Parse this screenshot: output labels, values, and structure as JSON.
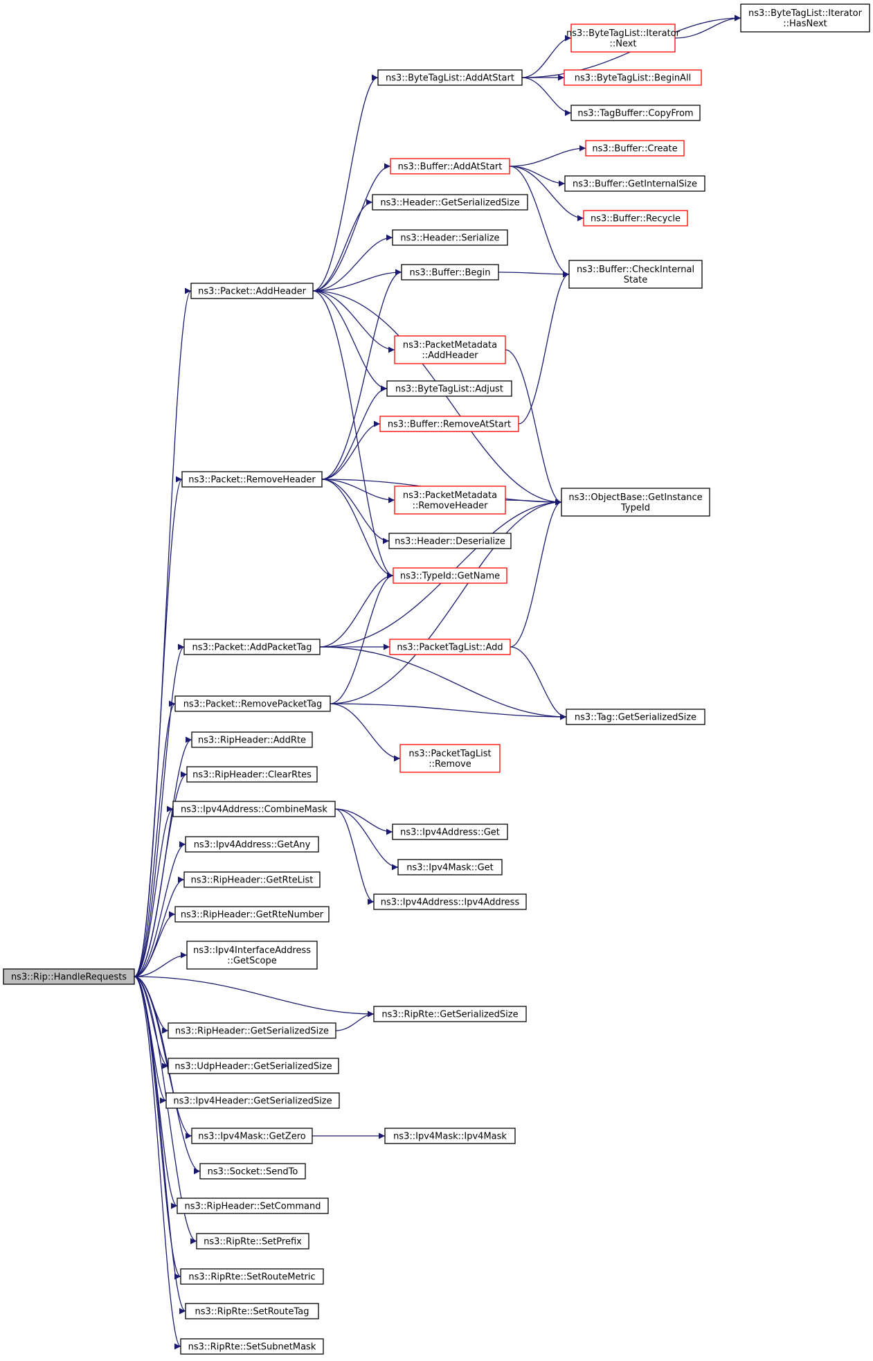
{
  "colors": {
    "edge": "#191970",
    "normal_border": "#000000",
    "truncated_border": "#ff0000",
    "root_fill": "#bfbfbf"
  },
  "nodes": [
    {
      "id": "root",
      "lines": [
        "ns3::Rip::HandleRequests"
      ],
      "style": "root"
    },
    {
      "id": "addHeader",
      "lines": [
        "ns3::Packet::AddHeader"
      ],
      "style": "normal"
    },
    {
      "id": "removeHeader",
      "lines": [
        "ns3::Packet::RemoveHeader"
      ],
      "style": "normal"
    },
    {
      "id": "addPacketTag",
      "lines": [
        "ns3::Packet::AddPacketTag"
      ],
      "style": "normal"
    },
    {
      "id": "removePacketTag",
      "lines": [
        "ns3::Packet::RemovePacketTag"
      ],
      "style": "normal"
    },
    {
      "id": "ripAddRte",
      "lines": [
        "ns3::RipHeader::AddRte"
      ],
      "style": "normal"
    },
    {
      "id": "ripClearRtes",
      "lines": [
        "ns3::RipHeader::ClearRtes"
      ],
      "style": "normal"
    },
    {
      "id": "combineMask",
      "lines": [
        "ns3::Ipv4Address::CombineMask"
      ],
      "style": "normal"
    },
    {
      "id": "getAny",
      "lines": [
        "ns3::Ipv4Address::GetAny"
      ],
      "style": "normal"
    },
    {
      "id": "getRteList",
      "lines": [
        "ns3::RipHeader::GetRteList"
      ],
      "style": "normal"
    },
    {
      "id": "getRteNumber",
      "lines": [
        "ns3::RipHeader::GetRteNumber"
      ],
      "style": "normal"
    },
    {
      "id": "getScope",
      "lines": [
        "ns3::Ipv4InterfaceAddress",
        "::GetScope"
      ],
      "style": "normal"
    },
    {
      "id": "ripHdrSerSize",
      "lines": [
        "ns3::RipHeader::GetSerializedSize"
      ],
      "style": "normal"
    },
    {
      "id": "udpSerSize",
      "lines": [
        "ns3::UdpHeader::GetSerializedSize"
      ],
      "style": "normal"
    },
    {
      "id": "ipv4SerSize",
      "lines": [
        "ns3::Ipv4Header::GetSerializedSize"
      ],
      "style": "normal"
    },
    {
      "id": "maskGetZero",
      "lines": [
        "ns3::Ipv4Mask::GetZero"
      ],
      "style": "normal"
    },
    {
      "id": "sendTo",
      "lines": [
        "ns3::Socket::SendTo"
      ],
      "style": "normal"
    },
    {
      "id": "setCommand",
      "lines": [
        "ns3::RipHeader::SetCommand"
      ],
      "style": "normal"
    },
    {
      "id": "setPrefix",
      "lines": [
        "ns3::RipRte::SetPrefix"
      ],
      "style": "normal"
    },
    {
      "id": "setRouteMetric",
      "lines": [
        "ns3::RipRte::SetRouteMetric"
      ],
      "style": "normal"
    },
    {
      "id": "setRouteTag",
      "lines": [
        "ns3::RipRte::SetRouteTag"
      ],
      "style": "normal"
    },
    {
      "id": "setSubnetMask",
      "lines": [
        "ns3::RipRte::SetSubnetMask"
      ],
      "style": "normal"
    },
    {
      "id": "btlAddAtStart",
      "lines": [
        "ns3::ByteTagList::AddAtStart"
      ],
      "style": "normal"
    },
    {
      "id": "bufAddAtStart",
      "lines": [
        "ns3::Buffer::AddAtStart"
      ],
      "style": "red"
    },
    {
      "id": "hdrGetSerSize",
      "lines": [
        "ns3::Header::GetSerializedSize"
      ],
      "style": "normal"
    },
    {
      "id": "hdrSerialize",
      "lines": [
        "ns3::Header::Serialize"
      ],
      "style": "normal"
    },
    {
      "id": "bufBegin",
      "lines": [
        "ns3::Buffer::Begin"
      ],
      "style": "normal"
    },
    {
      "id": "pmAddHeader",
      "lines": [
        "ns3::PacketMetadata",
        "::AddHeader"
      ],
      "style": "red"
    },
    {
      "id": "btlAdjust",
      "lines": [
        "ns3::ByteTagList::Adjust"
      ],
      "style": "normal"
    },
    {
      "id": "bufRemoveAtStart",
      "lines": [
        "ns3::Buffer::RemoveAtStart"
      ],
      "style": "red"
    },
    {
      "id": "pmRemoveHeader",
      "lines": [
        "ns3::PacketMetadata",
        "::RemoveHeader"
      ],
      "style": "red"
    },
    {
      "id": "hdrDeserialize",
      "lines": [
        "ns3::Header::Deserialize"
      ],
      "style": "normal"
    },
    {
      "id": "typeIdGetName",
      "lines": [
        "ns3::TypeId::GetName"
      ],
      "style": "red"
    },
    {
      "id": "ptlAdd",
      "lines": [
        "ns3::PacketTagList::Add"
      ],
      "style": "red"
    },
    {
      "id": "ptlRemove",
      "lines": [
        "ns3::PacketTagList",
        "::Remove"
      ],
      "style": "red"
    },
    {
      "id": "ipv4AddrGet",
      "lines": [
        "ns3::Ipv4Address::Get"
      ],
      "style": "normal"
    },
    {
      "id": "ipv4MaskGet",
      "lines": [
        "ns3::Ipv4Mask::Get"
      ],
      "style": "normal"
    },
    {
      "id": "ipv4AddrCtor",
      "lines": [
        "ns3::Ipv4Address::Ipv4Address"
      ],
      "style": "normal"
    },
    {
      "id": "ripRteSerSize",
      "lines": [
        "ns3::RipRte::GetSerializedSize"
      ],
      "style": "normal"
    },
    {
      "id": "ipv4MaskCtor",
      "lines": [
        "ns3::Ipv4Mask::Ipv4Mask"
      ],
      "style": "normal"
    },
    {
      "id": "btlIterNext",
      "lines": [
        "ns3::ByteTagList::Iterator",
        "::Next"
      ],
      "style": "red"
    },
    {
      "id": "btlBeginAll",
      "lines": [
        "ns3::ByteTagList::BeginAll"
      ],
      "style": "red"
    },
    {
      "id": "tagBufCopyFrom",
      "lines": [
        "ns3::TagBuffer::CopyFrom"
      ],
      "style": "normal"
    },
    {
      "id": "bufCreate",
      "lines": [
        "ns3::Buffer::Create"
      ],
      "style": "red"
    },
    {
      "id": "bufGetInternalSize",
      "lines": [
        "ns3::Buffer::GetInternalSize"
      ],
      "style": "normal"
    },
    {
      "id": "bufRecycle",
      "lines": [
        "ns3::Buffer::Recycle"
      ],
      "style": "red"
    },
    {
      "id": "bufCheckInternal",
      "lines": [
        "ns3::Buffer::CheckInternal",
        "State"
      ],
      "style": "normal"
    },
    {
      "id": "objGetInstance",
      "lines": [
        "ns3::ObjectBase::GetInstance",
        "TypeId"
      ],
      "style": "normal"
    },
    {
      "id": "tagGetSerSize",
      "lines": [
        "ns3::Tag::GetSerializedSize"
      ],
      "style": "normal"
    },
    {
      "id": "btlIterHasNext",
      "lines": [
        "ns3::ByteTagList::Iterator",
        "::HasNext"
      ],
      "style": "normal"
    }
  ],
  "edges": [
    [
      "root",
      "addHeader"
    ],
    [
      "root",
      "removeHeader"
    ],
    [
      "root",
      "addPacketTag"
    ],
    [
      "root",
      "removePacketTag"
    ],
    [
      "root",
      "ripAddRte"
    ],
    [
      "root",
      "ripClearRtes"
    ],
    [
      "root",
      "combineMask"
    ],
    [
      "root",
      "getAny"
    ],
    [
      "root",
      "getRteList"
    ],
    [
      "root",
      "getRteNumber"
    ],
    [
      "root",
      "getScope"
    ],
    [
      "root",
      "ripRteSerSize"
    ],
    [
      "root",
      "ripHdrSerSize"
    ],
    [
      "root",
      "udpSerSize"
    ],
    [
      "root",
      "ipv4SerSize"
    ],
    [
      "root",
      "maskGetZero"
    ],
    [
      "root",
      "sendTo"
    ],
    [
      "root",
      "setCommand"
    ],
    [
      "root",
      "setPrefix"
    ],
    [
      "root",
      "setRouteMetric"
    ],
    [
      "root",
      "setRouteTag"
    ],
    [
      "root",
      "setSubnetMask"
    ],
    [
      "addHeader",
      "btlAddAtStart"
    ],
    [
      "addHeader",
      "bufAddAtStart"
    ],
    [
      "addHeader",
      "hdrGetSerSize"
    ],
    [
      "addHeader",
      "hdrSerialize"
    ],
    [
      "addHeader",
      "bufBegin"
    ],
    [
      "addHeader",
      "pmAddHeader"
    ],
    [
      "addHeader",
      "btlAdjust"
    ],
    [
      "addHeader",
      "objGetInstance"
    ],
    [
      "addHeader",
      "typeIdGetName"
    ],
    [
      "btlAddAtStart",
      "btlIterNext"
    ],
    [
      "btlAddAtStart",
      "btlBeginAll"
    ],
    [
      "btlAddAtStart",
      "tagBufCopyFrom"
    ],
    [
      "btlAddAtStart",
      "btlIterHasNext"
    ],
    [
      "btlIterNext",
      "btlIterHasNext"
    ],
    [
      "bufAddAtStart",
      "bufCreate"
    ],
    [
      "bufAddAtStart",
      "bufGetInternalSize"
    ],
    [
      "bufAddAtStart",
      "bufRecycle"
    ],
    [
      "bufAddAtStart",
      "bufCheckInternal"
    ],
    [
      "bufBegin",
      "bufCheckInternal"
    ],
    [
      "pmAddHeader",
      "objGetInstance"
    ],
    [
      "bufRemoveAtStart",
      "bufCheckInternal"
    ],
    [
      "removeHeader",
      "bufBegin"
    ],
    [
      "removeHeader",
      "btlAdjust"
    ],
    [
      "removeHeader",
      "bufRemoveAtStart"
    ],
    [
      "removeHeader",
      "objGetInstance"
    ],
    [
      "removeHeader",
      "pmRemoveHeader"
    ],
    [
      "removeHeader",
      "hdrDeserialize"
    ],
    [
      "removeHeader",
      "typeIdGetName"
    ],
    [
      "pmRemoveHeader",
      "objGetInstance"
    ],
    [
      "addPacketTag",
      "typeIdGetName"
    ],
    [
      "addPacketTag",
      "objGetInstance"
    ],
    [
      "addPacketTag",
      "ptlAdd"
    ],
    [
      "addPacketTag",
      "tagGetSerSize"
    ],
    [
      "ptlAdd",
      "objGetInstance"
    ],
    [
      "ptlAdd",
      "tagGetSerSize"
    ],
    [
      "removePacketTag",
      "typeIdGetName"
    ],
    [
      "removePacketTag",
      "objGetInstance"
    ],
    [
      "removePacketTag",
      "ptlRemove"
    ],
    [
      "removePacketTag",
      "tagGetSerSize"
    ],
    [
      "combineMask",
      "ipv4AddrGet"
    ],
    [
      "combineMask",
      "ipv4MaskGet"
    ],
    [
      "combineMask",
      "ipv4AddrCtor"
    ],
    [
      "ripHdrSerSize",
      "ripRteSerSize"
    ],
    [
      "maskGetZero",
      "ipv4MaskCtor"
    ]
  ]
}
